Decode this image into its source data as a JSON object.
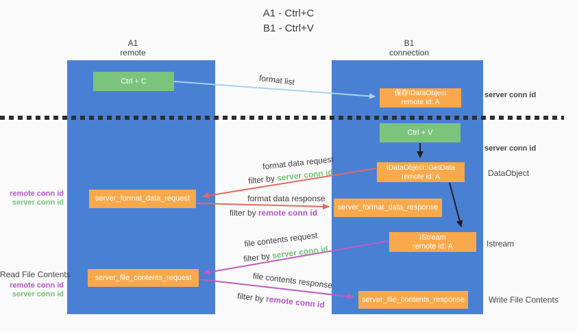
{
  "title": {
    "line1": "A1 - Ctrl+C",
    "line2": "B1 - Ctrl+V"
  },
  "lane_a": {
    "header_line1": "A1",
    "header_line2": "remote"
  },
  "lane_b": {
    "header_line1": "B1",
    "header_line2": "connection"
  },
  "nodes": {
    "ctrl_c": {
      "label": "Ctrl + C"
    },
    "save_dataobject": {
      "line1": "保存IDataObject",
      "line2": "remote id: A"
    },
    "ctrl_v": {
      "label": "Ctrl + V"
    },
    "getdata": {
      "line1": "IDataObject::GetData",
      "line2": "remote id: A"
    },
    "format_request": {
      "label": "server_format_data_request"
    },
    "format_response": {
      "label": "server_format_data_response"
    },
    "istream": {
      "line1": "IStream",
      "line2": "remote id: A"
    },
    "file_request": {
      "label": "server_file_contents_request"
    },
    "file_response": {
      "label": "server_file_contents_response"
    }
  },
  "flow_labels": {
    "format_list": "format list",
    "format_data_request": "format data request",
    "format_data_response": "format data response",
    "file_contents_request": "file contents request",
    "file_contents_response": "file contents response",
    "filter_by": "filter by",
    "server_conn_id": "server conn id",
    "remote_conn_id": "remote conn id"
  },
  "side_labels": {
    "server_conn_id_top": "server conn id",
    "server_conn_id_mid": "server conn id",
    "dataobject": "DataObject",
    "istream": "Istream",
    "write_file_contents": "Write File Contents",
    "read_file_contents": "Read File Contents",
    "remote_conn_id": "remote conn id",
    "server_conn_id": "server conn id"
  },
  "colors": {
    "lane_blue": "#4a80d4",
    "node_orange": "#f9a94b",
    "node_green": "#7cc47e",
    "arrow_light_blue": "#a9d2ee",
    "arrow_black": "#1f1f1f",
    "arrow_red": "#e8685e",
    "arrow_purple": "#c05ac3",
    "text_green": "#77c077",
    "text_purple": "#b455c8",
    "separator_black": "#2e2e2e"
  }
}
